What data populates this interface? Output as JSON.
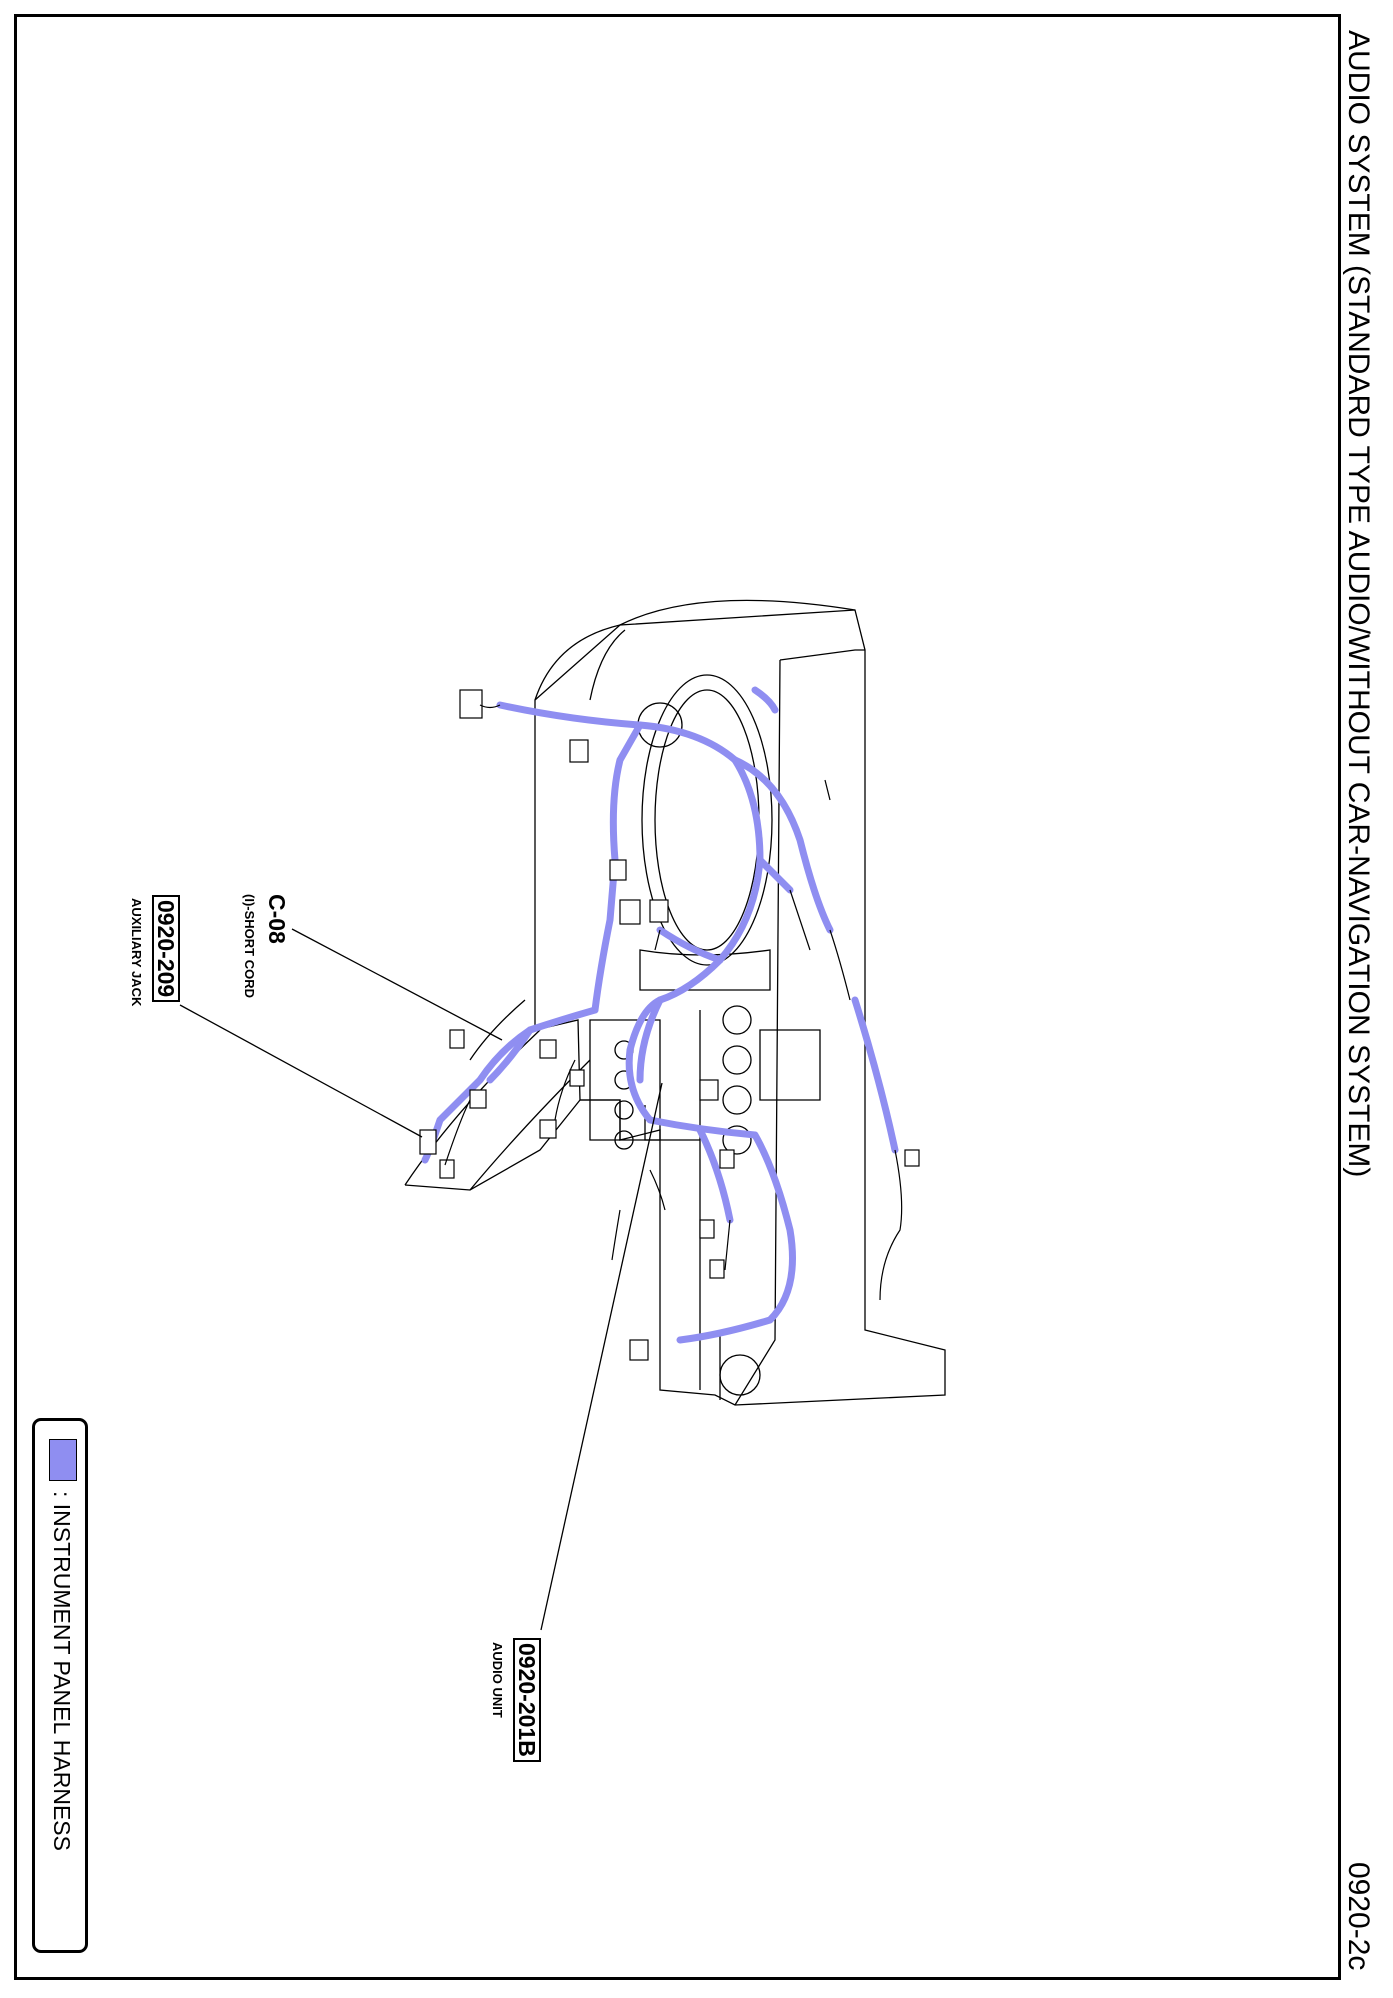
{
  "header": {
    "title": "AUDIO SYSTEM (STANDARD TYPE AUDIO/WITHOUT CAR-NAVIGATION SYSTEM)",
    "page_number": "0920-2c"
  },
  "callouts": [
    {
      "code": "C-08",
      "description": "(I)-SHORT CORD"
    },
    {
      "code": "0920-209",
      "description": "AUXILIARY JACK"
    },
    {
      "code": "0920-201B",
      "description": "AUDIO UNIT"
    }
  ],
  "legend": {
    "label": ": INSTRUMENT PANEL HARNESS",
    "swatch_color": "#8f8ef1"
  },
  "colors": {
    "harness": "#8f8ef1",
    "outline": "#000000"
  }
}
